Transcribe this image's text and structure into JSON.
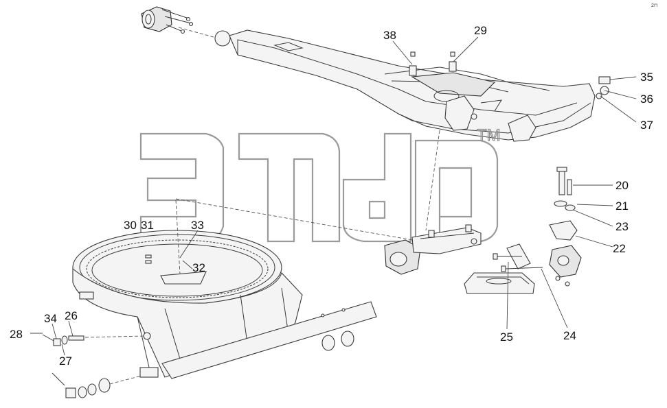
{
  "corner_mark": "2⊓",
  "watermark": {
    "mark": "TM"
  },
  "callouts": [
    {
      "id": "38",
      "label": "38"
    },
    {
      "id": "29",
      "label": "29"
    },
    {
      "id": "35",
      "label": "35"
    },
    {
      "id": "36",
      "label": "36"
    },
    {
      "id": "37",
      "label": "37"
    },
    {
      "id": "20",
      "label": "20"
    },
    {
      "id": "21",
      "label": "21"
    },
    {
      "id": "23",
      "label": "23"
    },
    {
      "id": "22",
      "label": "22"
    },
    {
      "id": "30",
      "label": "30"
    },
    {
      "id": "31",
      "label": "31"
    },
    {
      "id": "33",
      "label": "33"
    },
    {
      "id": "32",
      "label": "32"
    },
    {
      "id": "25",
      "label": "25"
    },
    {
      "id": "24",
      "label": "24"
    },
    {
      "id": "28",
      "label": "28"
    },
    {
      "id": "34",
      "label": "34"
    },
    {
      "id": "26",
      "label": "26"
    },
    {
      "id": "27",
      "label": "27"
    }
  ]
}
